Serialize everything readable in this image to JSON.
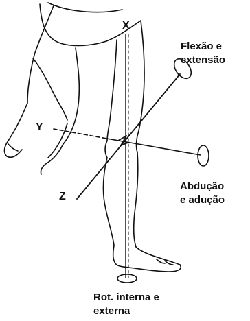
{
  "diagram": {
    "axes": {
      "x": "X",
      "y": "Y",
      "z": "Z"
    },
    "motions": {
      "flexion_extension": {
        "line1": "Flexão e",
        "line2": "extensão"
      },
      "abduction_adduction": {
        "line1": "Abdução",
        "line2": "e adução"
      },
      "rotation": {
        "line1": "Rot. interna e",
        "line2": "externa"
      }
    }
  }
}
